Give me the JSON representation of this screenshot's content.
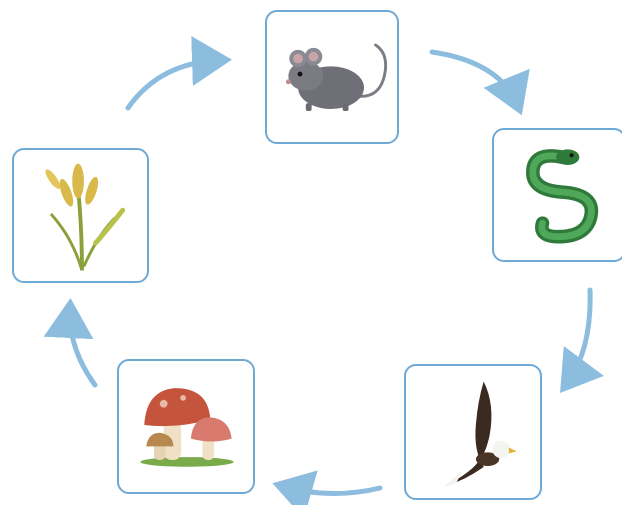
{
  "diagram": {
    "type": "food-cycle",
    "accent_color": "#6fa9d6",
    "nodes": [
      {
        "id": "mouse",
        "icon": "mouse-icon"
      },
      {
        "id": "snake",
        "icon": "snake-icon"
      },
      {
        "id": "eagle",
        "icon": "eagle-icon"
      },
      {
        "id": "mushroom",
        "icon": "mushroom-icon"
      },
      {
        "id": "rice",
        "icon": "rice-plant-icon"
      }
    ],
    "edges": [
      {
        "from": "rice",
        "to": "mouse"
      },
      {
        "from": "mouse",
        "to": "snake"
      },
      {
        "from": "snake",
        "to": "eagle"
      },
      {
        "from": "eagle",
        "to": "mushroom"
      },
      {
        "from": "mushroom",
        "to": "rice"
      }
    ]
  }
}
